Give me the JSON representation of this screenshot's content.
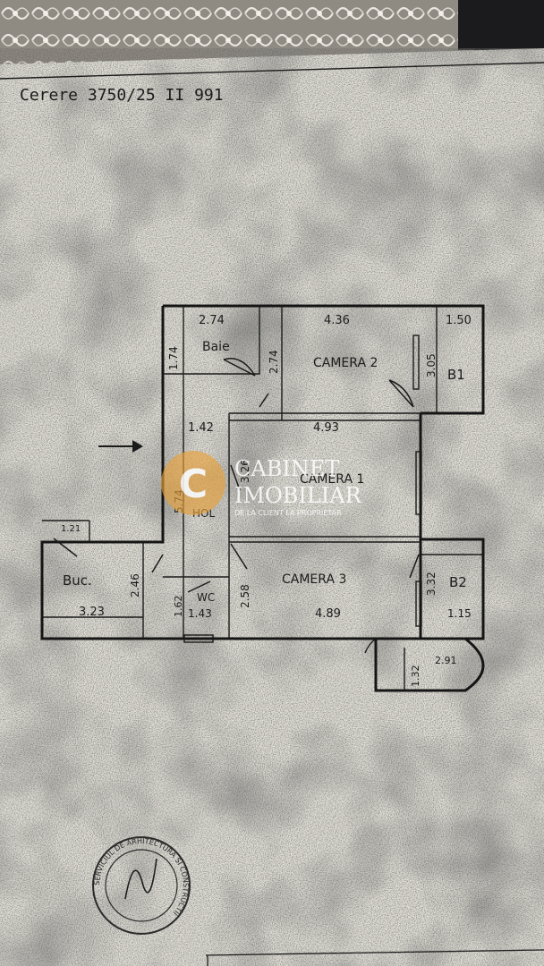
{
  "header": {
    "request_note": "Cerere 3750/25 II 991"
  },
  "rooms": [
    {
      "id": "baie",
      "name": "Baie",
      "length": "2.74",
      "width": "1.74"
    },
    {
      "id": "camera2",
      "name": "CAMERA 2",
      "length": "4.36",
      "width": "2.74"
    },
    {
      "id": "b1",
      "name": "B1",
      "length": "1.50",
      "width": "3.05"
    },
    {
      "id": "hol",
      "name": "HOL",
      "length": "1.42",
      "width": "5.74"
    },
    {
      "id": "camera1",
      "name": "CAMERA 1",
      "length": "4.93",
      "width": "3.26"
    },
    {
      "id": "buc",
      "name": "Buc.",
      "length": "3.23",
      "width": "2.46",
      "niche": "1.21"
    },
    {
      "id": "wc",
      "name": "WC",
      "length": "1.43",
      "width": "1.62"
    },
    {
      "id": "camera3",
      "name": "CAMERA 3",
      "length": "4.89",
      "width": "2.58"
    },
    {
      "id": "b2",
      "name": "B2",
      "length": "1.15",
      "width": "3.32"
    },
    {
      "id": "balcony",
      "name": "",
      "length": "2.91",
      "width": "1.32"
    }
  ],
  "watermark": {
    "line1": "CABINET",
    "line2": "IMOBILIAR",
    "tagline": "DE LA CLIENT LA PROPRIETAR",
    "accent_color": "#e8a23a"
  },
  "stamp": {
    "text": "SERVICIUL DE ARHITECTURA SI CONSTRUCTII"
  },
  "colors": {
    "paper": "#e3e1d8",
    "ink": "#1a1a1a",
    "background": "#6f6a60"
  }
}
